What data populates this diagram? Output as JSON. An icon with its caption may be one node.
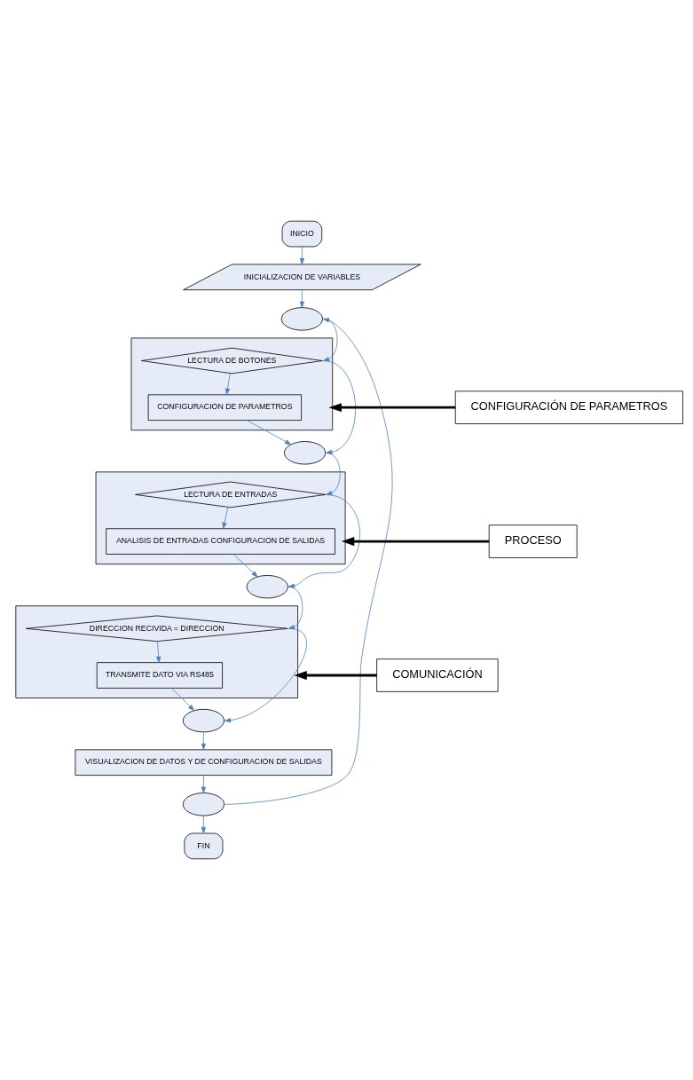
{
  "diagram": {
    "nodes": [
      {
        "text": [
          "INICIO"
        ]
      },
      {
        "text": [
          "INICIALIZACION DE VARIABLES"
        ]
      },
      {
        "text": [],
        "shape": "circle"
      },
      {
        "text": [],
        "shape": "box"
      },
      {
        "text": [
          "LECTURA DE BOTONES"
        ],
        "in": 3
      },
      {
        "text": [
          "CONFIGURACION DE PARAMETROS"
        ],
        "in": 3
      },
      {
        "text": [],
        "shape": "circle"
      },
      {
        "text": [],
        "shape": "box"
      },
      {
        "text": [
          "LECTURA DE ENTRADAS"
        ],
        "in": 7
      },
      {
        "text": [
          "ANALISIS DE ENTRADAS CONFIGURACION DE SALIDAS"
        ],
        "in": 7
      },
      {
        "text": [],
        "shape": "circle"
      },
      {
        "text": [],
        "shape": "box"
      },
      {
        "text": [
          "DIRECCION RECIVIDA = DIRECCION"
        ],
        "in": 11
      },
      {
        "text": [
          "TRANSMITE DATO VIA RS485"
        ],
        "in": 11
      },
      {
        "text": [],
        "shape": "circle"
      },
      {
        "text": [
          "VISUALIZACION DE DATOS Y DE CONFIGURACION DE SALIDAS"
        ]
      },
      {
        "text": [],
        "shape": "circle"
      },
      {
        "text": [
          "FIN"
        ]
      },
      {
        "text": [
          "CONFIGURACIÓN DE PARAMETROS"
        ]
      },
      {
        "text": [
          "PROCESO"
        ]
      },
      {
        "text": [
          "COMUNICACIÓN"
        ]
      }
    ],
    "edges": [
      {
        "from": 0,
        "to": 1,
        "arrow": "to"
      },
      {
        "from": 1,
        "to": 2,
        "arrow": "to"
      },
      {
        "from": 2,
        "to": 4,
        "arrow": "to"
      },
      {
        "from": 4,
        "to": 5,
        "arrow": "to"
      },
      {
        "from": 5,
        "to": 6,
        "arrow": "to"
      },
      {
        "from": 4,
        "to": 6,
        "arrow": "to"
      },
      {
        "from": 6,
        "to": 8,
        "arrow": "to"
      },
      {
        "from": 8,
        "to": 9,
        "arrow": "to"
      },
      {
        "from": 9,
        "to": 10,
        "arrow": "to"
      },
      {
        "from": 8,
        "to": 10,
        "arrow": "to"
      },
      {
        "from": 10,
        "to": 12,
        "arrow": "to"
      },
      {
        "from": 12,
        "to": 13,
        "arrow": "to"
      },
      {
        "from": 13,
        "to": 14,
        "arrow": "to"
      },
      {
        "from": 12,
        "to": 14,
        "arrow": "to"
      },
      {
        "from": 14,
        "to": 15,
        "arrow": "to"
      },
      {
        "from": 15,
        "to": 16,
        "arrow": "to"
      },
      {
        "from": 16,
        "to": 2,
        "arrow": "to"
      },
      {
        "from": 16,
        "to": 17,
        "arrow": "to"
      },
      {
        "from": 18,
        "to": 3,
        "arrow": "to",
        "style": "thick",
        "color": "#000000"
      },
      {
        "from": 19,
        "to": 7,
        "arrow": "to",
        "style": "thick",
        "color": "#000000"
      },
      {
        "from": 20,
        "to": 11,
        "arrow": "to",
        "style": "thick",
        "color": "#000000"
      }
    ]
  }
}
